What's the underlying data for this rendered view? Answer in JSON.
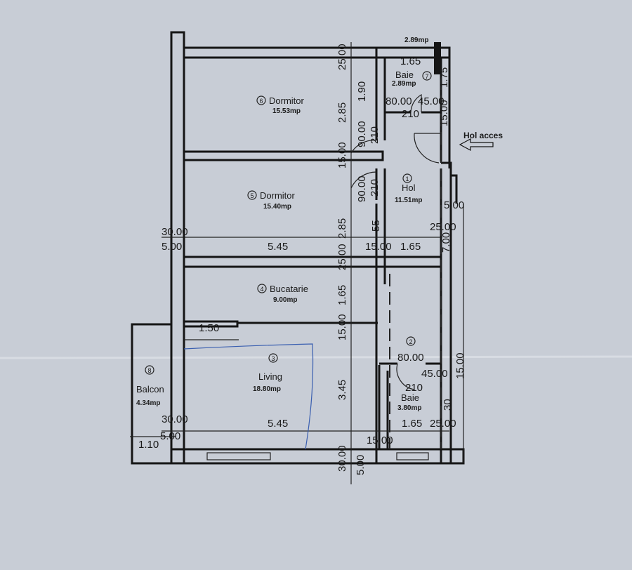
{
  "rooms": [
    {
      "number": "1",
      "name": "Hol",
      "area": "11.51mp"
    },
    {
      "number": "2",
      "name": "Baie",
      "area": "3.80mp"
    },
    {
      "number": "3",
      "name": "Living",
      "area": "18.80mp"
    },
    {
      "number": "4",
      "name": "Bucatarie",
      "area": "9.00mp"
    },
    {
      "number": "5",
      "name": "Dormitor",
      "area": "15.40mp"
    },
    {
      "number": "6",
      "name": "Dormitor",
      "area": "15.53mp"
    },
    {
      "number": "7",
      "name": "Baie",
      "area": "2.89mp"
    },
    {
      "number": "8",
      "name": "Balcon",
      "area": "4.34mp"
    }
  ],
  "entrance_label": "Hol acces",
  "top_area_note": "2.89mp",
  "dimensions": {
    "d_165_top": "1.65",
    "d_175": "1.75",
    "d_8000_a": "80.00",
    "d_4500_a": "45.00",
    "d_210_a": "210",
    "d_1500_a": "15.00",
    "d_2500_top": "25.00",
    "d_285_a": "2.85",
    "d_190": "1.90",
    "d_9000_a": "90.00",
    "d_210_b": "210",
    "d_1500_b": "15.00",
    "d_9000_b": "90.00",
    "d_210_c": "210",
    "d_285_b": "2.85",
    "d_55": "55",
    "d_500_r": "5.00",
    "d_2500_r": "25.00",
    "d_700": "7.00",
    "d_3000_l": "30.00",
    "d_500_l": "5.00",
    "d_545_a": "5.45",
    "d_1500_c": "15.00",
    "d_165_b": "1.65",
    "d_2500_m": "25.00",
    "d_165_c": "1.65",
    "d_1500_d": "15.00",
    "d_150": "1.50",
    "d_8000_b": "80.00",
    "d_4500_b": "45.00",
    "d_210_d": "210",
    "d_1500_r2": "15.00",
    "d_345": "3.45",
    "d_30": "30",
    "d_3000_b": "30.00",
    "d_500_b": "5.00",
    "d_545_b": "5.45",
    "d_165_d": "1.65",
    "d_2500_b": "25.00",
    "d_110": "1.10",
    "d_1500_e": "15.00",
    "d_3000_bot": "30.00",
    "d_500_bot": "5.00"
  },
  "colors": {
    "paper": "#c8cdd6",
    "ink": "#151515",
    "pen": "#3a5fb0"
  }
}
